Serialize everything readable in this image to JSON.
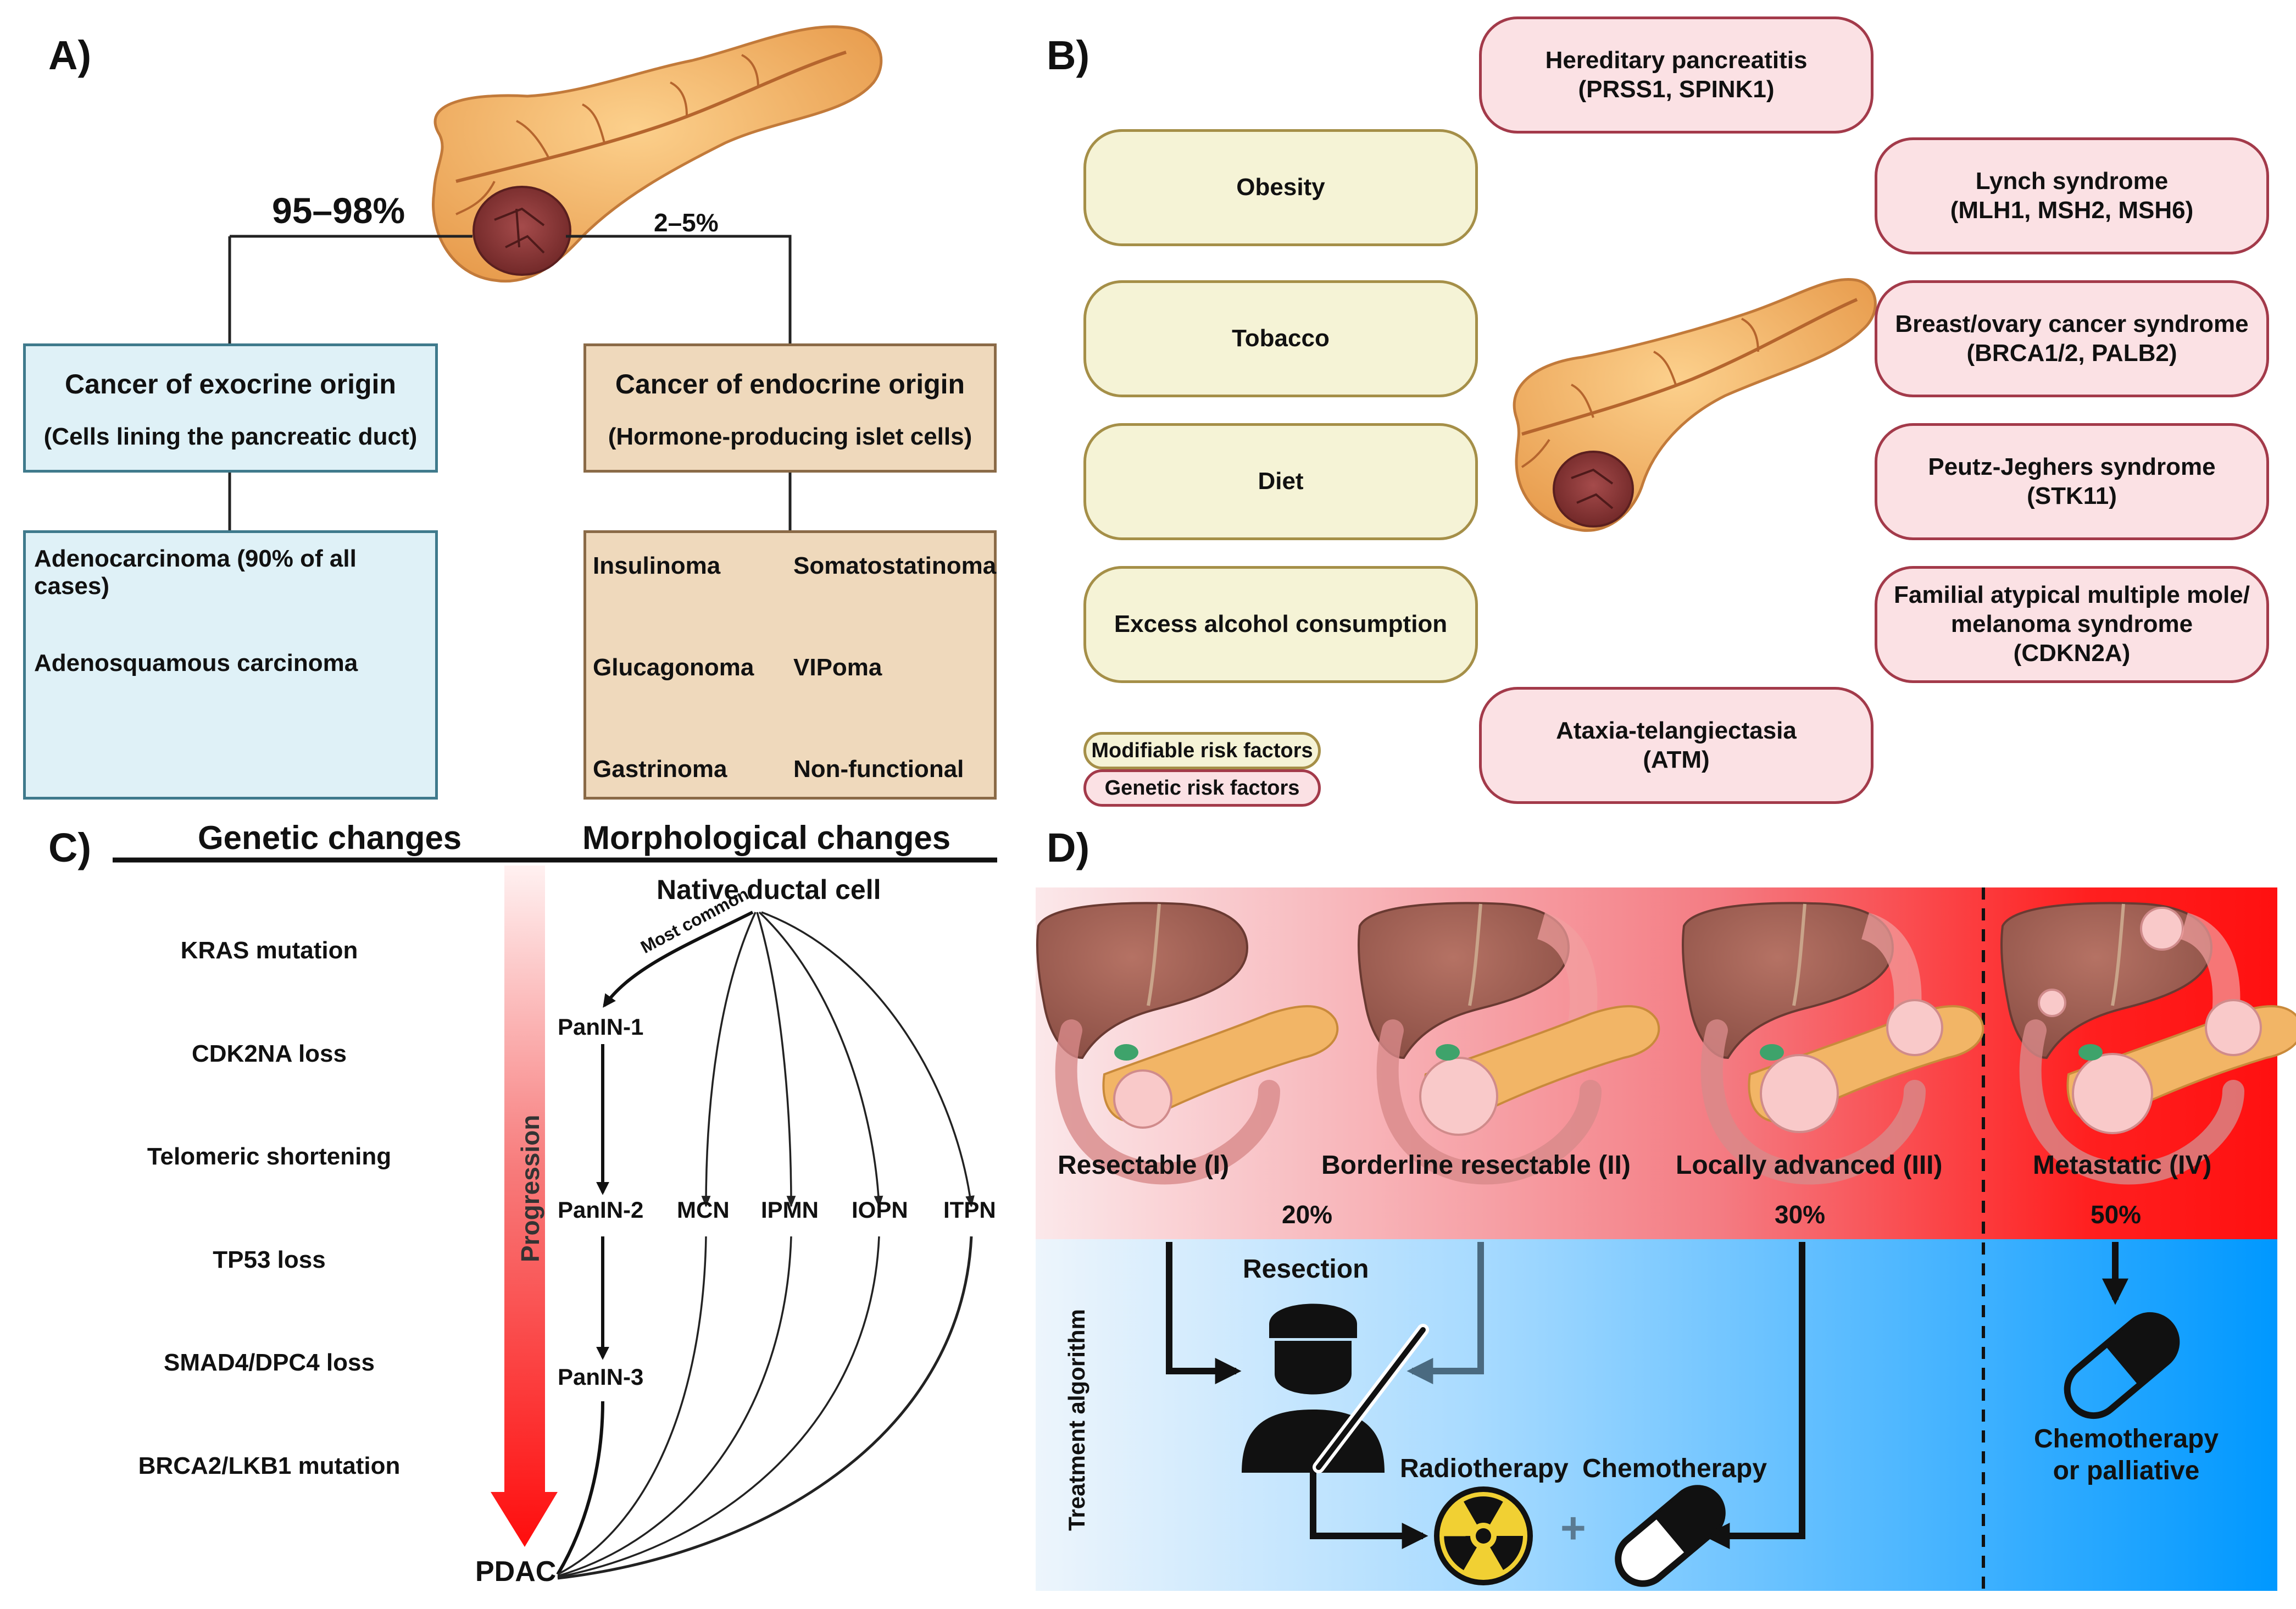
{
  "panel_a": {
    "label": "A)",
    "pct_exocrine": "95–98%",
    "pct_endocrine": "2–5%",
    "exocrine": {
      "title": "Cancer of exocrine origin",
      "subtitle": "(Cells lining the pancreatic duct)",
      "items": [
        "Adenocarcinoma (90% of all cases)",
        "Adenosquamous carcinoma"
      ]
    },
    "endocrine": {
      "title": "Cancer of endocrine origin",
      "subtitle": "(Hormone-producing islet cells)",
      "items": [
        "Insulinoma",
        "Somatostatinoma",
        "Glucagonoma",
        "VIPoma",
        "Gastrinoma",
        "Non-functional"
      ]
    }
  },
  "panel_b": {
    "label": "B)",
    "modifiable": [
      "Obesity",
      "Tobacco",
      "Diet",
      "Excess alcohol consumption"
    ],
    "genetic": [
      {
        "name": "Hereditary pancreatitis",
        "genes": "(PRSS1, SPINK1)"
      },
      {
        "name": "Lynch syndrome",
        "genes": "(MLH1, MSH2, MSH6)"
      },
      {
        "name": "Breast/ovary cancer syndrome",
        "genes": "(BRCA1/2, PALB2)"
      },
      {
        "name": "Peutz-Jeghers syndrome",
        "genes": "(STK11)"
      },
      {
        "name": "Familial atypical multiple mole/",
        "name2": "melanoma syndrome",
        "genes": "(CDKN2A)"
      },
      {
        "name": "Ataxia-telangiectasia",
        "genes": "(ATM)"
      }
    ],
    "legend": {
      "modifiable": "Modifiable risk factors",
      "genetic": "Genetic risk factors"
    }
  },
  "panel_c": {
    "label": "C)",
    "header_genetic": "Genetic changes",
    "header_morph": "Morphological changes",
    "progression": "Progression",
    "genetic_changes": [
      "KRAS mutation",
      "CDK2NA loss",
      "Telomeric shortening",
      "TP53 loss",
      "SMAD4/DPC4 loss",
      "BRCA2/LKB1 mutation"
    ],
    "native": "Native ductal cell",
    "most_common": "Most common",
    "panin": [
      "PanIN-1",
      "PanIN-2",
      "PanIN-3"
    ],
    "lesions": [
      "MCN",
      "IPMN",
      "IOPN",
      "ITPN"
    ],
    "pdac": "PDAC"
  },
  "panel_d": {
    "label": "D)",
    "stages": [
      "Resectable (I)",
      "Borderline resectable (II)",
      "Locally advanced (III)",
      "Metastatic (IV)"
    ],
    "percents": [
      "20%",
      "30%",
      "50%"
    ],
    "treatment_label": "Treatment algorithm",
    "resection": "Resection",
    "radiotherapy": "Radiotherapy",
    "chemotherapy": "Chemotherapy",
    "chemo_palliative_1": "Chemotherapy",
    "chemo_palliative_2": "or palliative",
    "plus": "+"
  },
  "colors": {
    "exocrine_fill": "#dff1f7",
    "endocrine_fill": "#efd9bc",
    "modifiable_fill": "#f5f3d6",
    "genetic_fill": "#fbe1e4",
    "stage_red": "#ff1a1a",
    "treatment_blue": "#0099ff",
    "pancreas": "#f0b265",
    "tumor": "#8a3a3a"
  }
}
